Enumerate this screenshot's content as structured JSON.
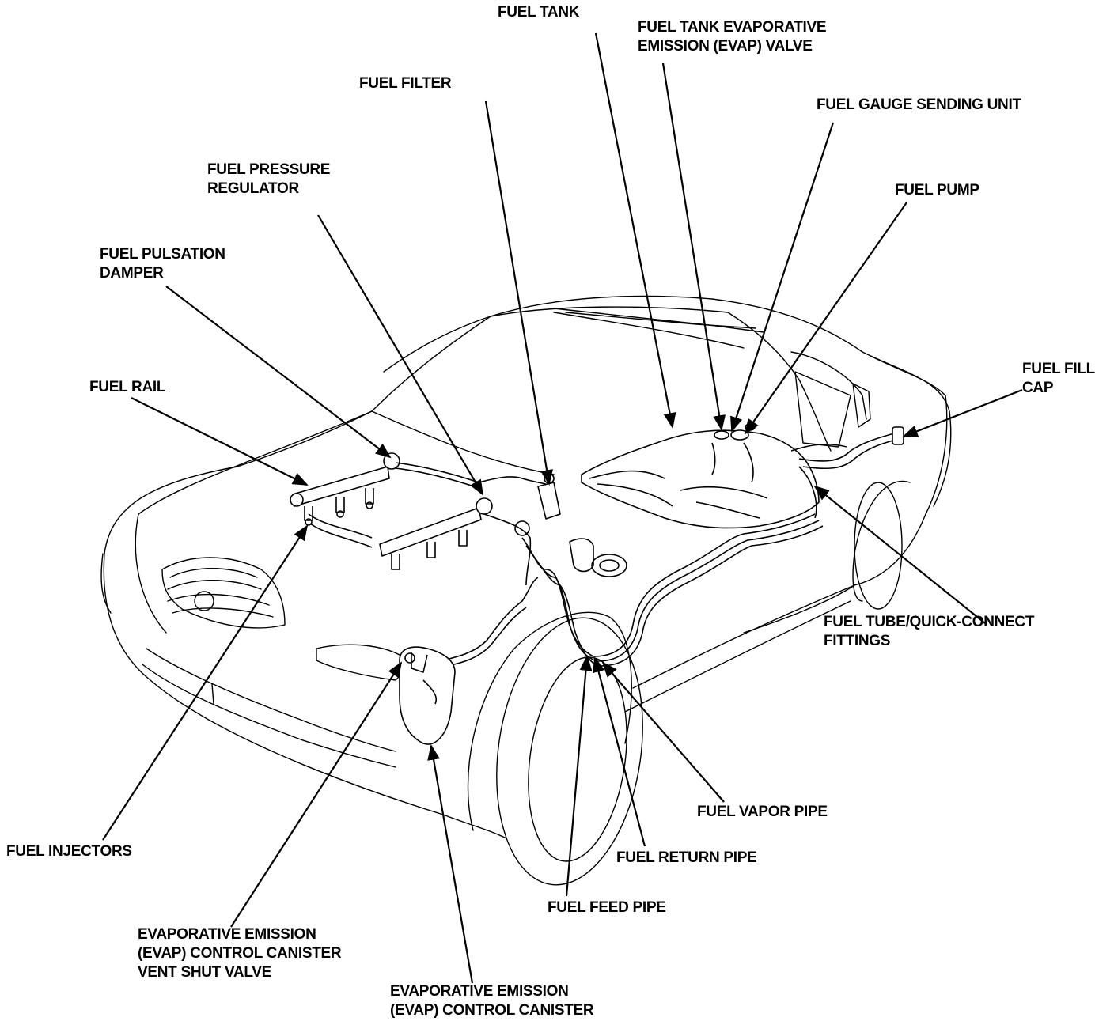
{
  "colors": {
    "line": "#000000",
    "background": "#ffffff"
  },
  "labels": {
    "fuel_tank": [
      "FUEL TANK"
    ],
    "fuel_tank_evap_valve": [
      "FUEL TANK EVAPORATIVE",
      "EMISSION (EVAP) VALVE"
    ],
    "fuel_filter": [
      "FUEL FILTER"
    ],
    "fuel_gauge_sending_unit": [
      "FUEL GAUGE SENDING UNIT"
    ],
    "fuel_pressure_regulator": [
      "FUEL PRESSURE",
      "REGULATOR"
    ],
    "fuel_pump": [
      "FUEL PUMP"
    ],
    "fuel_pulsation_damper": [
      "FUEL PULSATION",
      "DAMPER"
    ],
    "fuel_rail": [
      "FUEL RAIL"
    ],
    "fuel_fill_cap": [
      "FUEL FILL",
      "CAP"
    ],
    "fuel_tube_quick_connect": [
      "FUEL TUBE/QUICK-CONNECT",
      "FITTINGS"
    ],
    "fuel_vapor_pipe": [
      "FUEL VAPOR PIPE"
    ],
    "fuel_injectors": [
      "FUEL INJECTORS"
    ],
    "fuel_return_pipe": [
      "FUEL RETURN PIPE"
    ],
    "fuel_feed_pipe": [
      "FUEL FEED PIPE"
    ],
    "evap_canister_vent_shut_valve": [
      "EVAPORATIVE EMISSION",
      "(EVAP) CONTROL CANISTER",
      "VENT SHUT VALVE"
    ],
    "evap_control_canister": [
      "EVAPORATIVE EMISSION",
      "(EVAP) CONTROL CANISTER"
    ]
  }
}
